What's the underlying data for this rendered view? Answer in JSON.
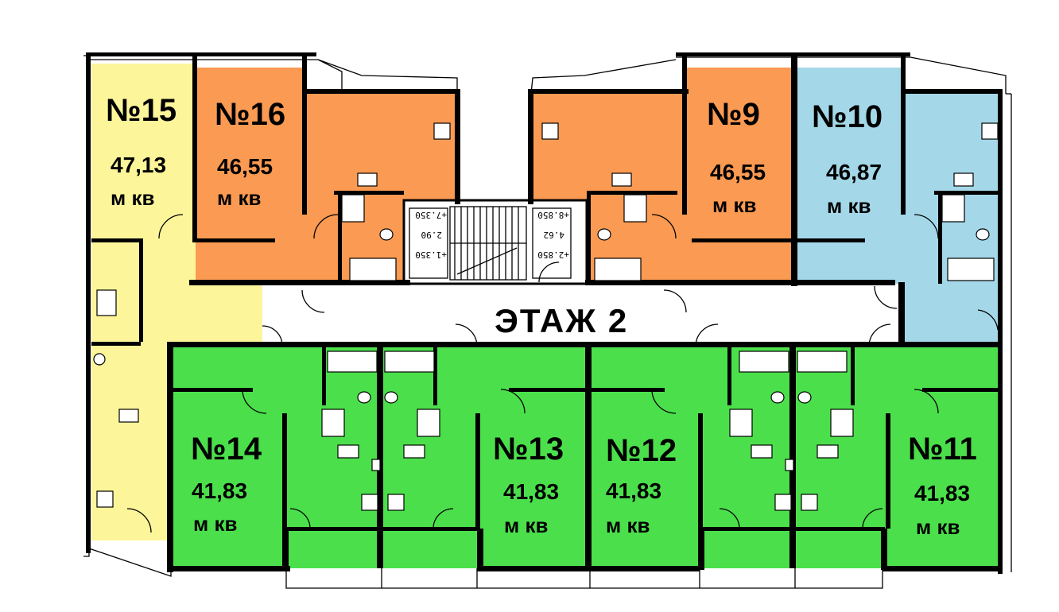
{
  "floor_label": "ЭТАЖ 2",
  "colors": {
    "yellow": "#fdf59a",
    "orange": "#fb9a52",
    "blue": "#a4d8e8",
    "green": "#4be04b",
    "walls": "#000000"
  },
  "apartments": [
    {
      "id": "15",
      "number": "№15",
      "area": "47,13",
      "unit": "м кв"
    },
    {
      "id": "16",
      "number": "№16",
      "area": "46,55",
      "unit": "м кв"
    },
    {
      "id": "9",
      "number": "№9",
      "area": "46,55",
      "unit": "м кв"
    },
    {
      "id": "10",
      "number": "№10",
      "area": "46,87",
      "unit": "м кв"
    },
    {
      "id": "14",
      "number": "№14",
      "area": "41,83",
      "unit": "м кв"
    },
    {
      "id": "13",
      "number": "№13",
      "area": "41,83",
      "unit": "м кв"
    },
    {
      "id": "12",
      "number": "№12",
      "area": "41,83",
      "unit": "м кв"
    },
    {
      "id": "11",
      "number": "№11",
      "area": "41,83",
      "unit": "м кв"
    }
  ],
  "stair_marks": [
    "+7.350",
    "2.90",
    "+1.350",
    "+8.850",
    "4.62",
    "+2.850"
  ]
}
